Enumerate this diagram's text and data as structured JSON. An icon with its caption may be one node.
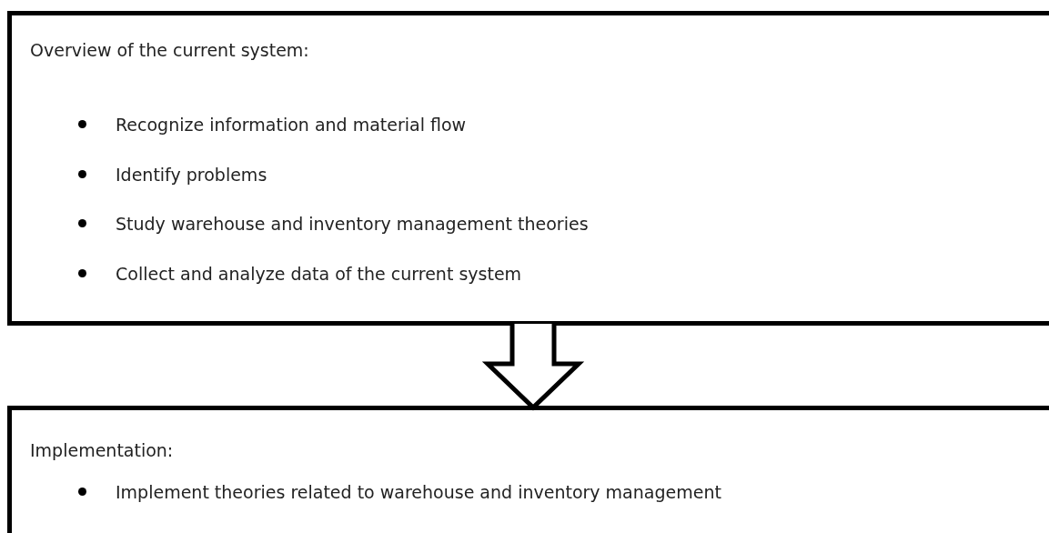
{
  "diagram": {
    "nodes": [
      {
        "text": [
          "Overview of the current system:",
          "Recognize information and material flow",
          "Identify problems",
          "Study warehouse and inventory management theories",
          "Collect and analyze data of the current system"
        ]
      },
      {
        "text": [
          "Implementation:",
          "Implement theories related to warehouse and inventory management"
        ]
      }
    ],
    "edges": [
      {
        "from": 0,
        "to": 1,
        "arrow": "to"
      }
    ]
  }
}
